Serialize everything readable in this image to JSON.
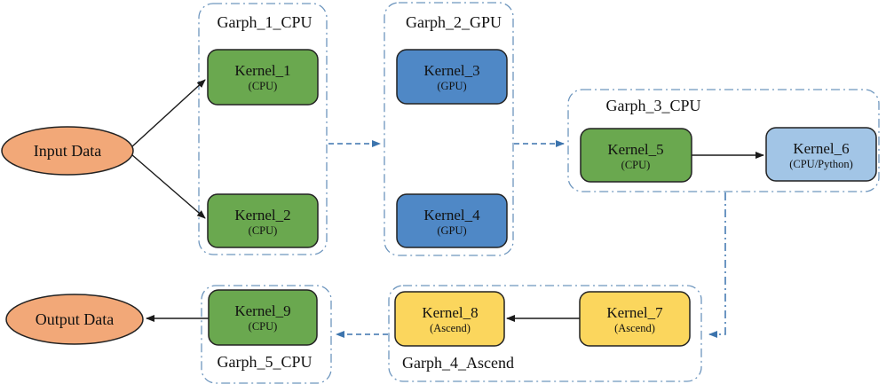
{
  "nodes": {
    "input": {
      "label": "Input Data"
    },
    "output": {
      "label": "Output Data"
    }
  },
  "groups": [
    {
      "title": "Garph_1_CPU"
    },
    {
      "title": "Garph_2_GPU"
    },
    {
      "title": "Garph_3_CPU"
    },
    {
      "title": "Garph_4_Ascend"
    },
    {
      "title": "Garph_5_CPU"
    }
  ],
  "kernels": [
    {
      "name": "Kernel_1",
      "device": "(CPU)"
    },
    {
      "name": "Kernel_2",
      "device": "(CPU)"
    },
    {
      "name": "Kernel_3",
      "device": "(GPU)"
    },
    {
      "name": "Kernel_4",
      "device": "(GPU)"
    },
    {
      "name": "Kernel_5",
      "device": "(CPU)"
    },
    {
      "name": "Kernel_6",
      "device": "(CPU/Python)"
    },
    {
      "name": "Kernel_7",
      "device": "(Ascend)"
    },
    {
      "name": "Kernel_8",
      "device": "(Ascend)"
    },
    {
      "name": "Kernel_9",
      "device": "(CPU)"
    }
  ],
  "colors": {
    "cpu_kernel": "#6aa84f",
    "gpu_kernel": "#4f88c6",
    "python_kernel": "#a2c5e6",
    "ascend_kernel": "#fbd65d",
    "data_node": "#f2a878",
    "group_border": "#6e96be",
    "connector": "#3c74ad",
    "solid_arrow": "#1a1a1a"
  }
}
